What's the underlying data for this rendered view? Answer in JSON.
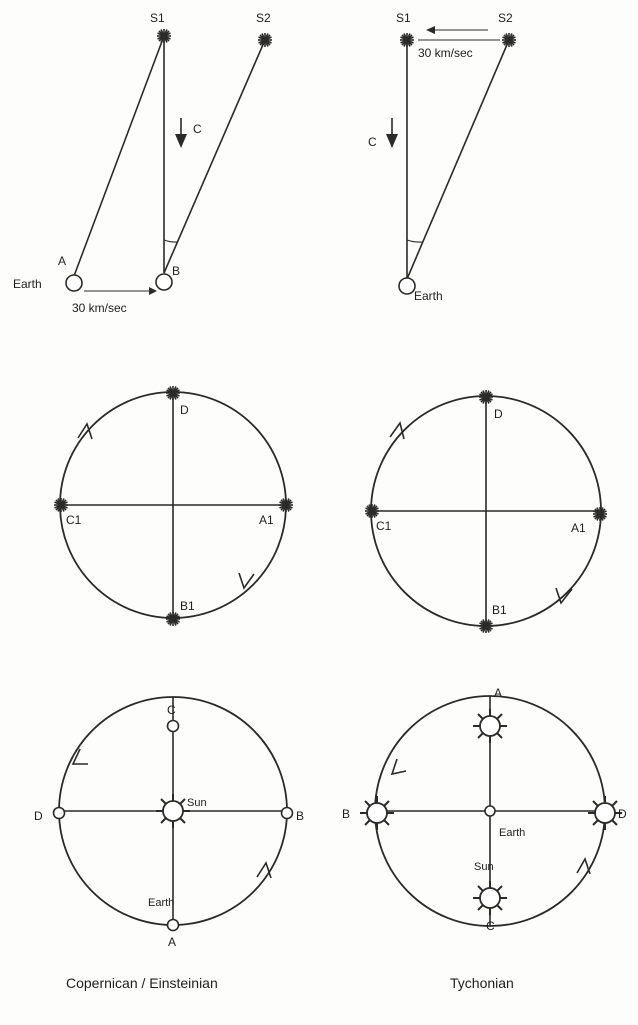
{
  "top_left": {
    "star1": "S1",
    "star2": "S2",
    "light": "C",
    "point_a": "A",
    "point_b": "B",
    "earth": "Earth",
    "speed": "30 km/sec"
  },
  "top_right": {
    "star1": "S1",
    "star2": "S2",
    "speed": "30 km/sec",
    "light": "C",
    "earth": "Earth"
  },
  "mid_left": {
    "d": "D",
    "c1": "C1",
    "a1": "A1",
    "b1": "B1"
  },
  "mid_right": {
    "d": "D",
    "c1": "C1",
    "a1": "A1",
    "b1": "B1"
  },
  "copernican": {
    "c": "C",
    "d": "D",
    "b": "B",
    "a": "A",
    "sun": "Sun",
    "earth": "Earth",
    "caption": "Copernican / Einsteinian"
  },
  "tychonian": {
    "a": "A",
    "b": "B",
    "d": "D",
    "c": "C",
    "earth": "Earth",
    "sun": "Sun",
    "caption": "Tychonian"
  }
}
